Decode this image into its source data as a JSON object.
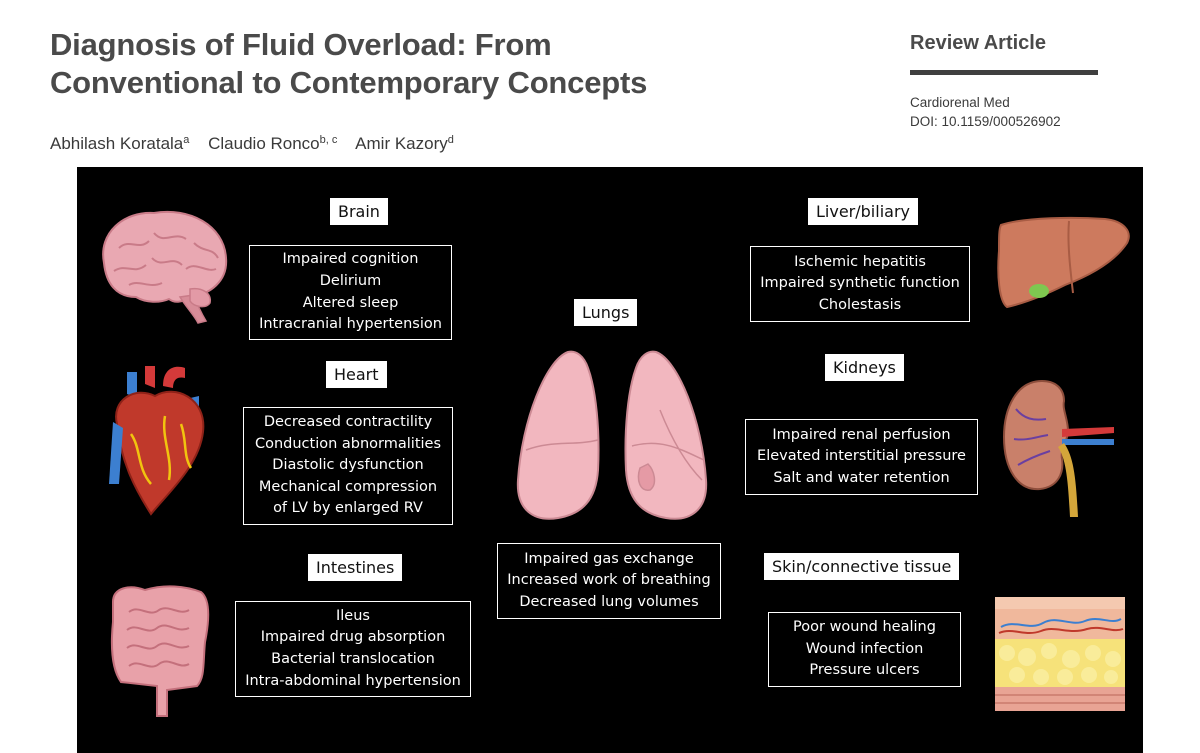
{
  "header": {
    "title_line1": "Diagnosis of Fluid Overload: From",
    "title_line2": "Conventional to Contemporary Concepts",
    "article_type": "Review Article",
    "journal": "Cardiorenal Med",
    "doi": "DOI: 10.1159/000526902"
  },
  "authors": [
    {
      "name": "Abhilash Koratala",
      "sup": "a"
    },
    {
      "name": "Claudio Ronco",
      "sup": "b, c"
    },
    {
      "name": "Amir Kazory",
      "sup": "d"
    }
  ],
  "figure": {
    "brain": {
      "label": "Brain",
      "effects": [
        "Impaired cognition",
        "Delirium",
        "Altered sleep",
        "Intracranial hypertension"
      ]
    },
    "heart": {
      "label": "Heart",
      "effects": [
        "Decreased contractility",
        "Conduction abnormalities",
        "Diastolic dysfunction",
        "Mechanical compression",
        "of LV by enlarged RV"
      ]
    },
    "intestines": {
      "label": "Intestines",
      "effects": [
        "Ileus",
        "Impaired drug absorption",
        "Bacterial translocation",
        "Intra-abdominal hypertension"
      ]
    },
    "lungs": {
      "label": "Lungs",
      "effects": [
        "Impaired gas exchange",
        "Increased work of breathing",
        "Decreased lung volumes"
      ]
    },
    "liver": {
      "label": "Liver/biliary",
      "effects": [
        "Ischemic hepatitis",
        "Impaired synthetic function",
        "Cholestasis"
      ]
    },
    "kidneys": {
      "label": "Kidneys",
      "effects": [
        "Impaired renal perfusion",
        "Elevated interstitial pressure",
        "Salt and water retention"
      ]
    },
    "skin": {
      "label": "Skin/connective tissue",
      "effects": [
        "Poor wound healing",
        "Wound infection",
        "Pressure ulcers"
      ]
    }
  }
}
